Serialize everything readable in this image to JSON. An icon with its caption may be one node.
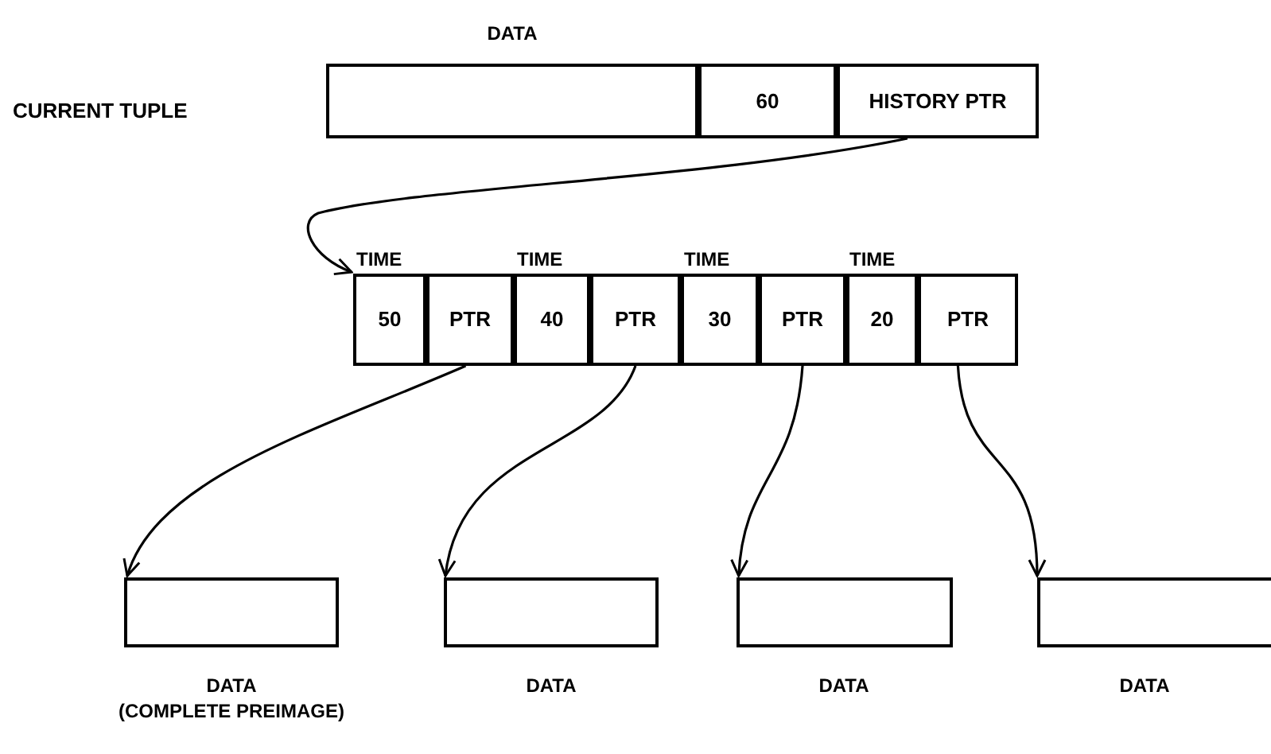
{
  "diagram": {
    "nodes": [
      {
        "text": [
          "DATA"
        ]
      },
      {
        "text": [
          "60"
        ]
      },
      {
        "text": [
          "HISTORY PTR"
        ]
      },
      {
        "text": [
          "TIME",
          "50"
        ]
      },
      {
        "text": [
          "PTR"
        ]
      },
      {
        "text": [
          "TIME",
          "40"
        ]
      },
      {
        "text": [
          "PTR"
        ]
      },
      {
        "text": [
          "TIME",
          "30"
        ]
      },
      {
        "text": [
          "PTR"
        ]
      },
      {
        "text": [
          "TIME",
          "20"
        ]
      },
      {
        "text": [
          "PTR"
        ]
      },
      {
        "text": [],
        "shape": "box",
        "beside": [
          "DATA",
          "(COMPLETE PREIMAGE)"
        ]
      },
      {
        "text": [],
        "shape": "box",
        "beside": [
          "DATA"
        ]
      },
      {
        "text": [],
        "shape": "box",
        "beside": [
          "DATA"
        ]
      },
      {
        "text": [],
        "shape": "box",
        "beside": [
          "DATA"
        ]
      }
    ],
    "edges": [
      {
        "from": 2,
        "to": 3,
        "arrow": "to"
      },
      {
        "from": 4,
        "to": 11,
        "arrow": "to"
      },
      {
        "from": 6,
        "to": 12,
        "arrow": "to"
      },
      {
        "from": 8,
        "to": 13,
        "arrow": "to"
      },
      {
        "from": 10,
        "to": 14,
        "arrow": "to"
      }
    ],
    "labels": [
      "CURRENT TUPLE"
    ]
  }
}
